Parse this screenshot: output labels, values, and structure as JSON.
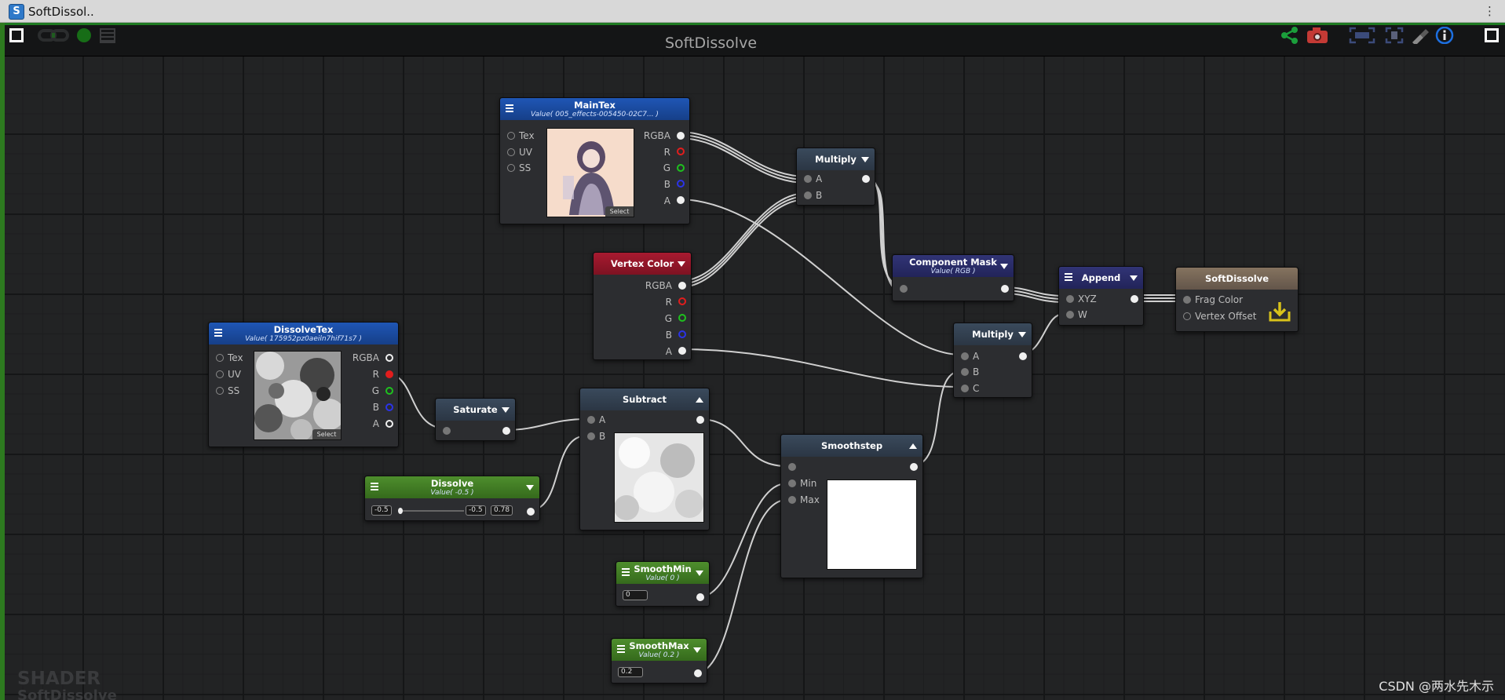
{
  "window": {
    "title": "SoftDissol..",
    "app_icon": "S",
    "menu_glyph": "⋮"
  },
  "toolbar": {
    "title": "SoftDissolve"
  },
  "nodes": {
    "maintex": {
      "title": "MainTex",
      "subtitle": "Value( 005_effects-005450-02C7... )",
      "in": [
        "Tex",
        "UV",
        "SS"
      ],
      "out": [
        "RGBA",
        "R",
        "G",
        "B",
        "A"
      ],
      "select": "Select"
    },
    "multiply1": {
      "title": "Multiply",
      "in": [
        "A",
        "B"
      ]
    },
    "vertexcolor": {
      "title": "Vertex Color",
      "out": [
        "RGBA",
        "R",
        "G",
        "B",
        "A"
      ]
    },
    "componentmask": {
      "title": "Component Mask",
      "subtitle": "Value( RGB )"
    },
    "append": {
      "title": "Append",
      "in": [
        "XYZ",
        "W"
      ]
    },
    "softdissolve": {
      "title": "SoftDissolve",
      "in": [
        "Frag Color",
        "Vertex Offset"
      ]
    },
    "multiply2": {
      "title": "Multiply",
      "in": [
        "A",
        "B",
        "C"
      ]
    },
    "dissolvetex": {
      "title": "DissolveTex",
      "subtitle": "Value( 175952pz0aeiln7hif71s7 )",
      "in": [
        "Tex",
        "UV",
        "SS"
      ],
      "out": [
        "RGBA",
        "R",
        "G",
        "B",
        "A"
      ],
      "select": "Select"
    },
    "saturate": {
      "title": "Saturate"
    },
    "subtract": {
      "title": "Subtract",
      "in": [
        "A",
        "B"
      ]
    },
    "smoothstep": {
      "title": "Smoothstep",
      "in": [
        "Min",
        "Max"
      ]
    },
    "dissolve": {
      "title": "Dissolve",
      "subtitle": "Value( -0.5 )",
      "min": "-0.5",
      "value": "-0.5",
      "max": "0.78",
      "fill_fraction": 0.0
    },
    "smoothmin": {
      "title": "SmoothMin",
      "subtitle": "Value( 0 )",
      "value": "0"
    },
    "smoothmax": {
      "title": "SmoothMax",
      "subtitle": "Value( 0.2 )",
      "value": "0.2"
    }
  },
  "watermark": {
    "line1": "SHADER",
    "line2": "SoftDissolve"
  },
  "status_text": "CSDN @两水先木示",
  "colors": {
    "accent_green": "#2d7a1f",
    "blue_header": "#1f56b5",
    "red_header": "#a81a30",
    "green_header": "#4e8e2d"
  }
}
